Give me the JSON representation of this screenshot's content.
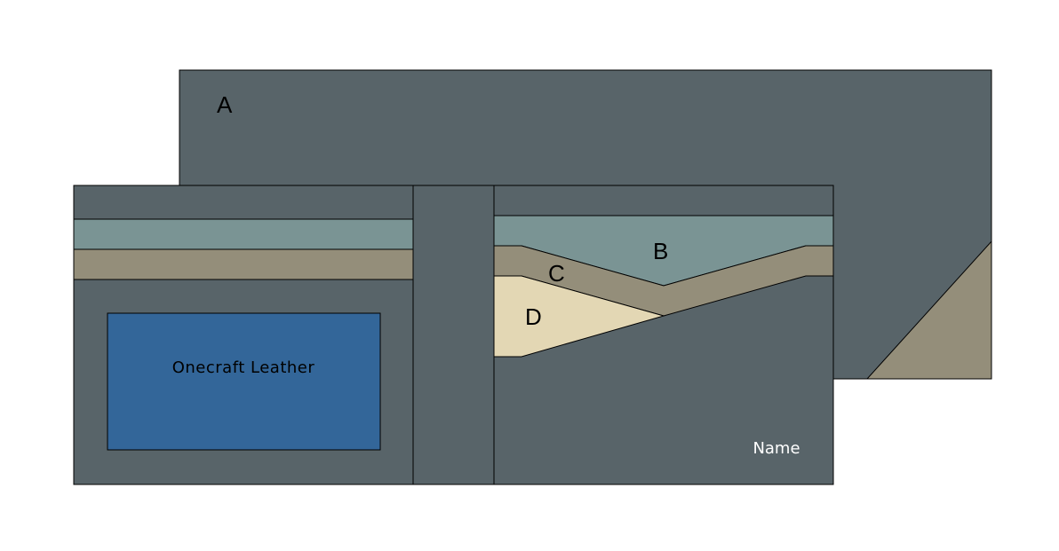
{
  "labels": {
    "a": "A",
    "b": "B",
    "c": "C",
    "d": "D"
  },
  "brand_text": "Onecraft Leather",
  "name_text": "Name",
  "colors": {
    "leather": "#586469",
    "pocket_b": "#7a9494",
    "pocket_c": "#948e7a",
    "pocket_d": "#e3d7b4",
    "brand_panel": "#336699",
    "outline": "#000000"
  }
}
